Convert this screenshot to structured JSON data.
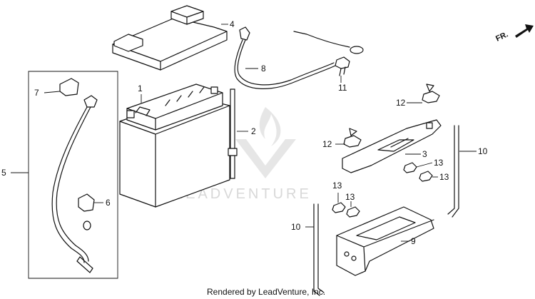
{
  "watermark": {
    "brand": "LEADVENTURE"
  },
  "direction": {
    "label": "FR."
  },
  "callouts": {
    "c1": "1",
    "c2": "2",
    "c3": "3",
    "c4": "4",
    "c5": "5",
    "c6": "6",
    "c7": "7",
    "c8": "8",
    "c9": "9",
    "c10a": "10",
    "c10b": "10",
    "c11": "11",
    "c12a": "12",
    "c12b": "12",
    "c13a": "13",
    "c13b": "13",
    "c13c": "13",
    "c13d": "13"
  },
  "footer": {
    "text": "Rendered by LeadVenture, Inc."
  }
}
